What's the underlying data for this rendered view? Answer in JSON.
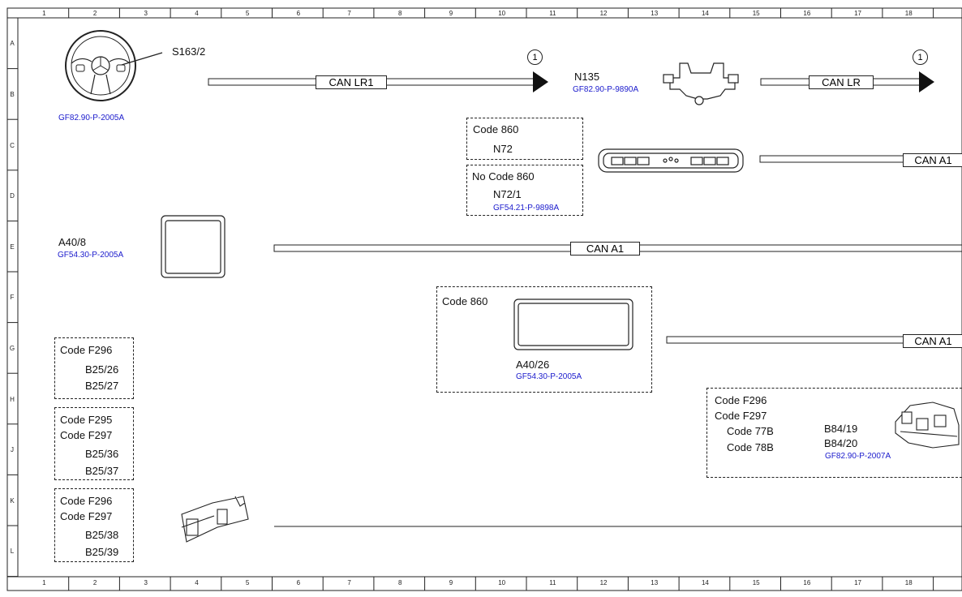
{
  "ruler": {
    "columns": [
      "1",
      "2",
      "3",
      "4",
      "5",
      "6",
      "7",
      "8",
      "9",
      "10",
      "11",
      "12",
      "13",
      "14",
      "15",
      "16",
      "17",
      "18"
    ],
    "rows": [
      "A",
      "B",
      "C",
      "D",
      "E",
      "F",
      "G",
      "H",
      "J",
      "K",
      "L"
    ]
  },
  "components": {
    "steering": {
      "label": "S163/2",
      "ref": "GF82.90-P-2005A"
    },
    "camera": {
      "label": "N135",
      "ref": "GF82.90-P-9890A"
    },
    "a40_8": {
      "label": "A40/8",
      "ref": "GF54.30-P-2005A"
    },
    "a40_26": {
      "label": "A40/26",
      "ref": "GF54.30-P-2005A"
    },
    "b84": {
      "label1": "B84/19",
      "label2": "B84/20",
      "ref": "GF82.90-P-2007A"
    }
  },
  "buses": {
    "can_lr1": "CAN LR1",
    "can_lr": "CAN LR",
    "can_a1_c": "CAN A1",
    "can_a1_e": "CAN A1",
    "can_a1_g": "CAN A1"
  },
  "markers": {
    "arrow1": "1",
    "arrow2": "1"
  },
  "code_boxes": {
    "n72": {
      "code": "Code 860",
      "label": "N72"
    },
    "n72_1": {
      "code": "No Code 860",
      "label": "N72/1",
      "ref": "GF54.21-P-9898A"
    },
    "a40_26_box": {
      "code": "Code 860"
    },
    "g_box": {
      "code": "Code F296",
      "l1": "B25/26",
      "l2": "B25/27"
    },
    "j_box": {
      "code1": "Code F295",
      "code2": "Code F297",
      "l1": "B25/36",
      "l2": "B25/37"
    },
    "l_box": {
      "code1": "Code F296",
      "code2": "Code F297",
      "l1": "B25/38",
      "l2": "B25/39"
    },
    "h_box": {
      "code1": "Code F296",
      "code2": "Code F297",
      "code3": "Code 77B",
      "code4": "Code 78B"
    }
  },
  "colors": {
    "link": "#1a1acc",
    "line": "#222222"
  }
}
